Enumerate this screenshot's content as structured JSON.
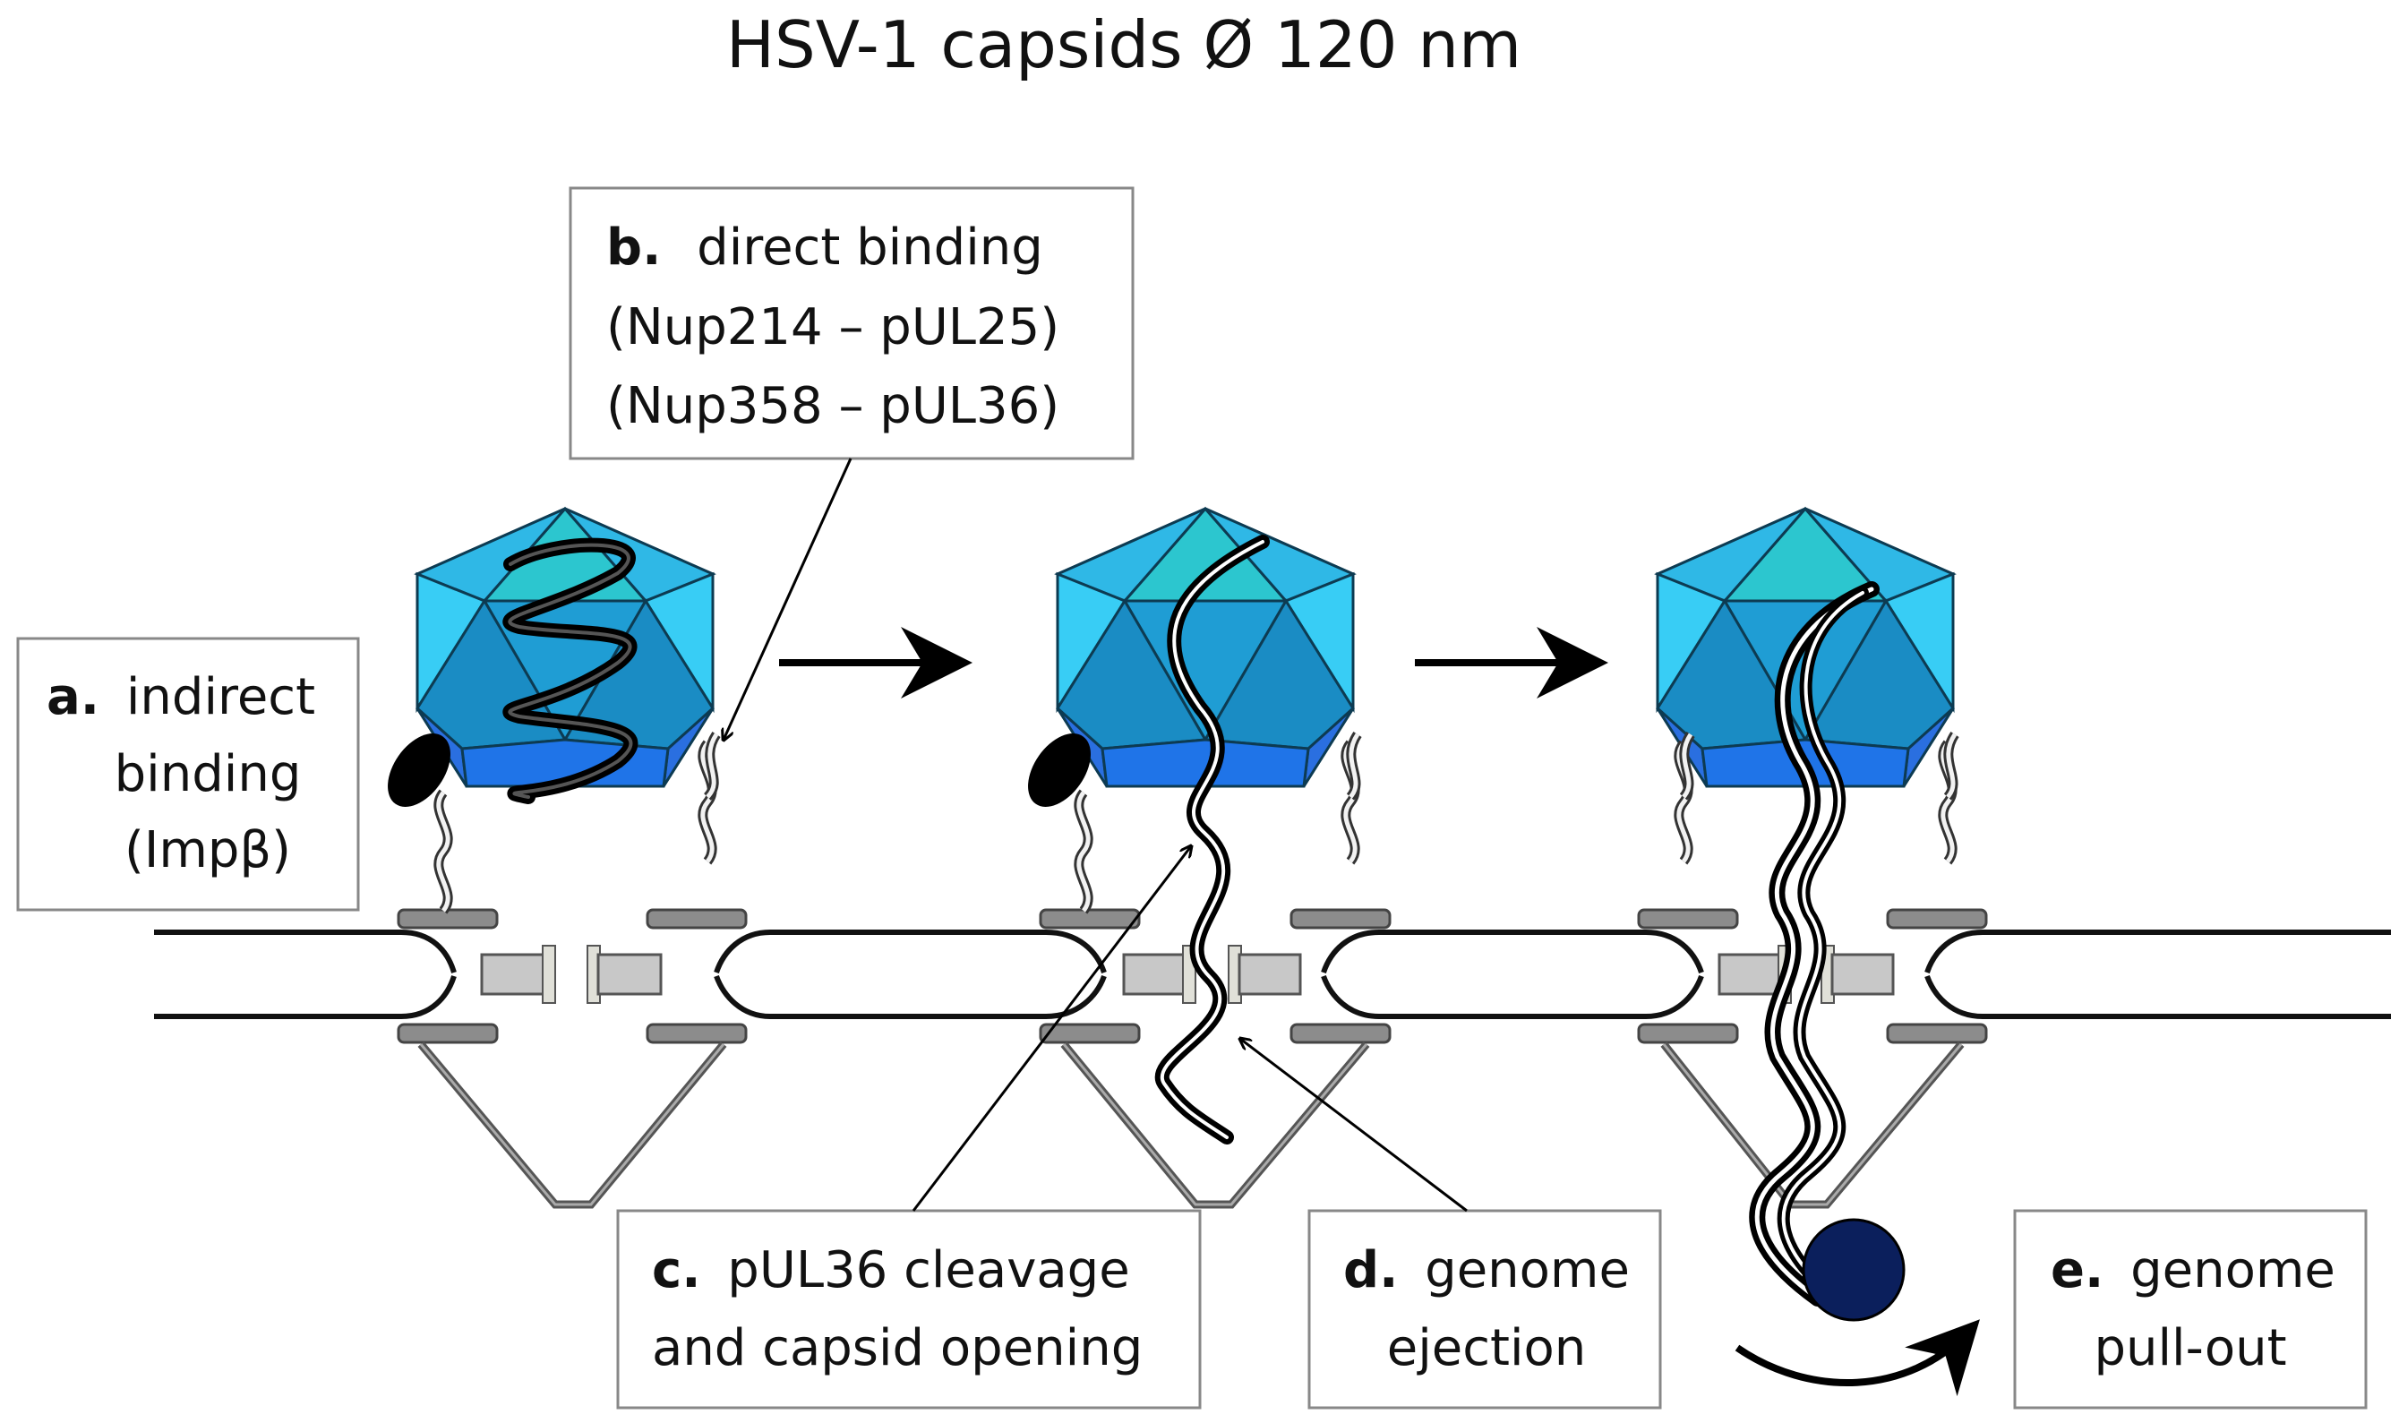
{
  "title": "HSV-1 capsids Ø 120 nm",
  "labels": {
    "a": {
      "letter": "a.",
      "line1": "indirect",
      "line2": "binding",
      "line3": "(Impβ)"
    },
    "b": {
      "letter": "b.",
      "line1": "direct binding",
      "line2": "(Nup214 – pUL25)",
      "line3": "(Nup358 – pUL36)"
    },
    "c": {
      "letter": "c.",
      "line1": "pUL36 cleavage",
      "line2": "and capsid opening"
    },
    "d": {
      "letter": "d.",
      "line1": "genome",
      "line2": "ejection"
    },
    "e": {
      "letter": "e.",
      "line1": "genome",
      "line2": "pull-out"
    }
  },
  "colors": {
    "capsid_light": "#36c8f2",
    "capsid_teal": "#28c0c8",
    "capsid_mid": "#1b9fd3",
    "capsid_dark": "#1f74e0",
    "membrane": "#111111",
    "pore_gray": "#9a9a9a",
    "importin": "#000000",
    "motor_ball": "#0b1f5c"
  }
}
